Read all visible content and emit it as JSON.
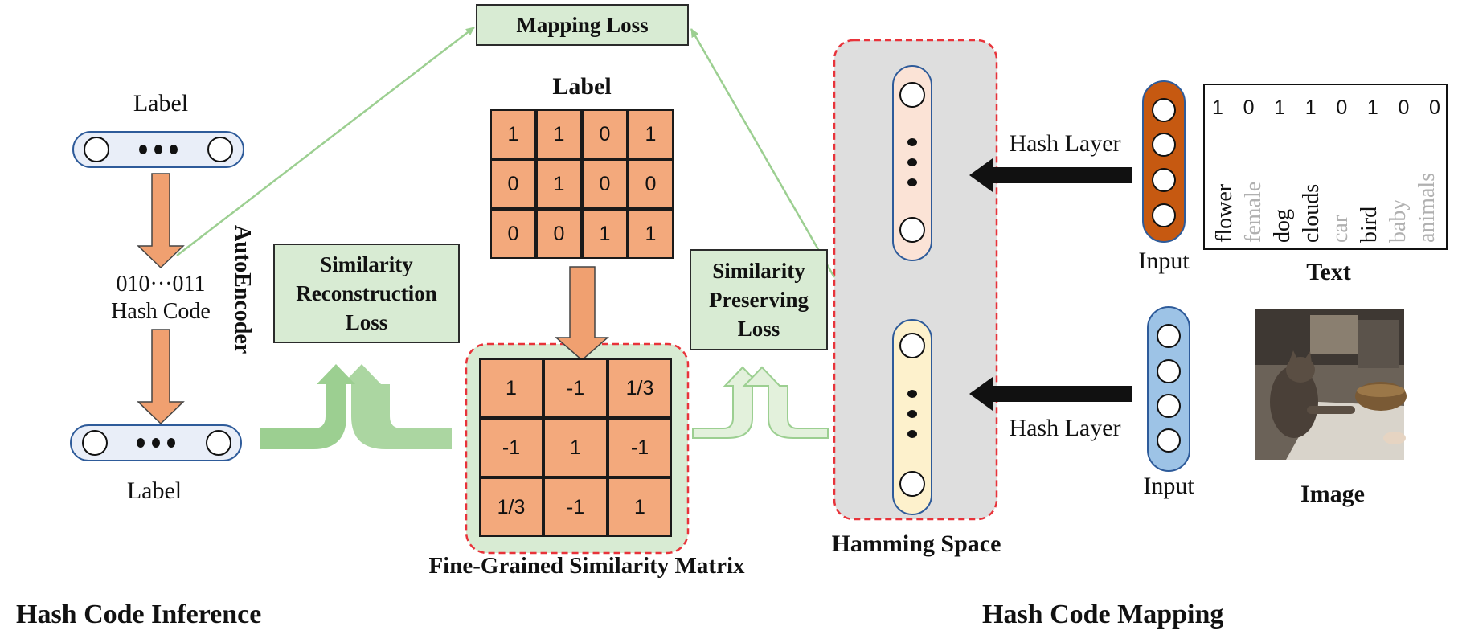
{
  "top": {
    "mapping_loss": "Mapping Loss"
  },
  "left": {
    "label_top": "Label",
    "hash_code_value": "010···011",
    "hash_code_label": "Hash Code",
    "label_bottom": "Label",
    "autoencoder": "AutoEncoder",
    "section_title": "Hash Code Inference"
  },
  "center": {
    "label_title": "Label",
    "label_matrix": [
      [
        "1",
        "1",
        "0",
        "1"
      ],
      [
        "0",
        "1",
        "0",
        "0"
      ],
      [
        "0",
        "0",
        "1",
        "1"
      ]
    ],
    "similarity_reconstruction_loss": [
      "Similarity",
      "Reconstruction",
      "Loss"
    ],
    "similarity_preserving_loss": [
      "Similarity",
      "Preserving",
      "Loss"
    ],
    "similarity_matrix": [
      [
        "1",
        "-1",
        "1/3"
      ],
      [
        "-1",
        "1",
        "-1"
      ],
      [
        "1/3",
        "-1",
        "1"
      ]
    ],
    "similarity_matrix_title": "Fine-Grained Similarity Matrix"
  },
  "right": {
    "hamming_space": "Hamming Space",
    "hash_layer_top": "Hash Layer",
    "hash_layer_bottom": "Hash Layer",
    "input_top": "Input",
    "input_bottom": "Input",
    "text_bits": [
      "1",
      "0",
      "1",
      "1",
      "0",
      "1",
      "0",
      "0"
    ],
    "text_words": [
      {
        "word": "flower",
        "active": true
      },
      {
        "word": "female",
        "active": false
      },
      {
        "word": "dog",
        "active": true
      },
      {
        "word": "clouds",
        "active": true
      },
      {
        "word": "car",
        "active": false
      },
      {
        "word": "bird",
        "active": true
      },
      {
        "word": "baby",
        "active": false
      },
      {
        "word": "animals",
        "active": false
      }
    ],
    "text_title": "Text",
    "image_title": "Image",
    "section_title": "Hash Code Mapping"
  },
  "colors": {
    "orange_cell": "#f3a97c",
    "orange_arrow": "#f0a070",
    "green_box": "#d8ebd3",
    "green_arrow": "#9ccf91",
    "green_arrow_light": "#e3f1dc",
    "hamming_bg": "#dedede",
    "dashed_red": "#e8333a",
    "node_pink": "#fbe3d6",
    "node_yellow": "#fdf1cc",
    "input_orange": "#c65911",
    "input_blue": "#9dc3e6",
    "node_border": "#2e5b9a"
  },
  "icons": {
    "image_thumbnail": "cat-photo-icon"
  }
}
